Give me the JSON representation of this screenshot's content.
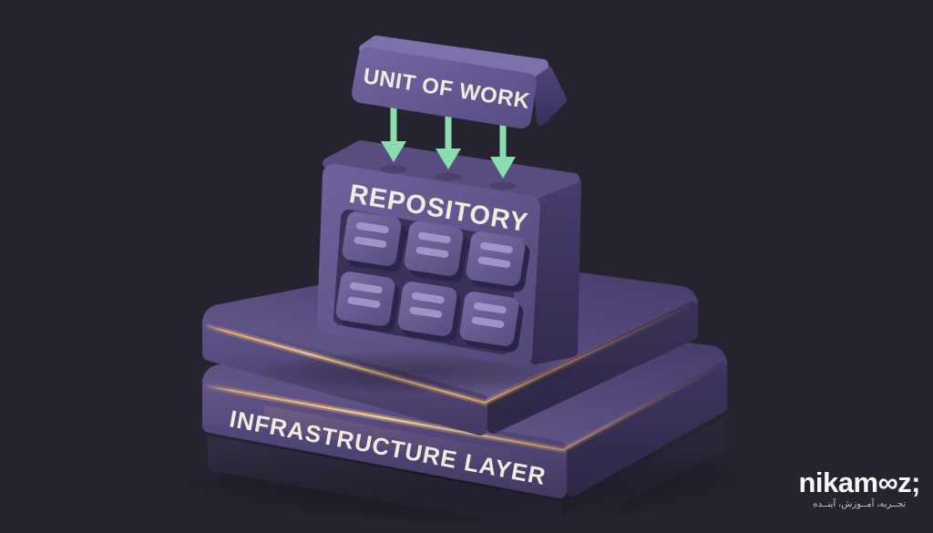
{
  "meta": {
    "background_color": "#24232e",
    "illustration_style": "3d-isometric"
  },
  "diagram": {
    "unit_of_work": {
      "label": "UNIT OF WORK"
    },
    "repository": {
      "label": "REPOSITORY",
      "grid": {
        "rows": 2,
        "columns": 3,
        "item": "record-card"
      }
    },
    "infrastructure": {
      "label": "INFRASTRUCTURE LAYER"
    },
    "arrows": {
      "count": 3,
      "direction": "down",
      "from": "UNIT OF WORK",
      "to": "REPOSITORY"
    },
    "colors": {
      "box_purple": "#5d5286",
      "panel_dark": "#3a3158",
      "cube_purple": "#6b5e99",
      "slab_purple": "#544878",
      "gold_rim": "#f2c584",
      "arrow_green": "#8cdcb1",
      "label_text": "#f0eadf"
    }
  },
  "logo": {
    "wordmark": "nikam∞z;",
    "tagline": "تجــربه، آمــوزش، آینــده"
  }
}
